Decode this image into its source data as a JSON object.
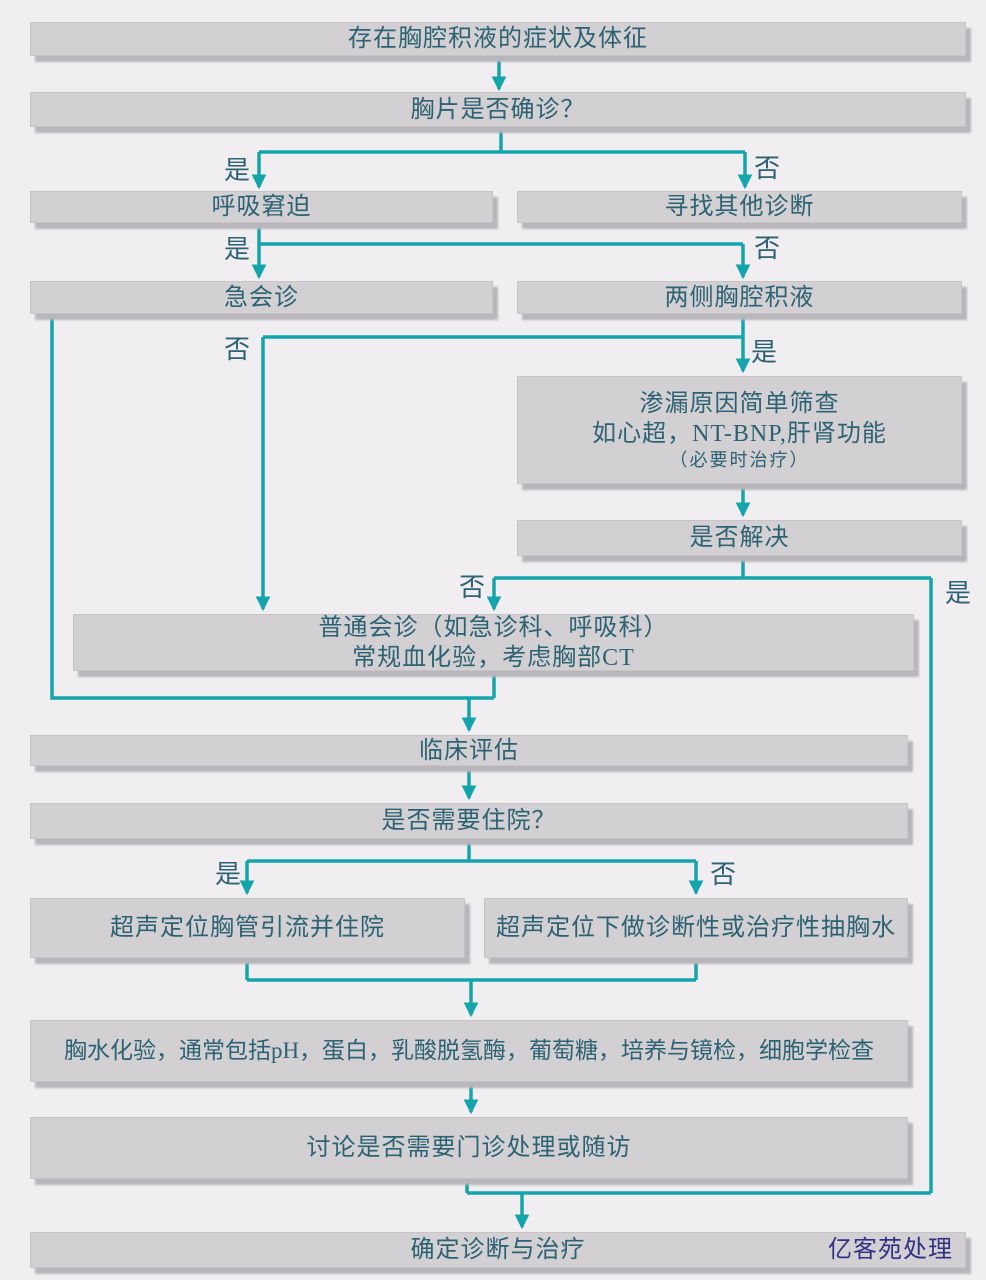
{
  "palette": {
    "bg": "#f0eef1",
    "box-fill": "#d2d0d3",
    "box-border": "#c6c4c8",
    "box-shadow": "#b9b6bb",
    "box-text": "#2d6272",
    "line": "#14a4ac",
    "watermark": "#333182"
  },
  "labels": {
    "yes": "是",
    "no": "否"
  },
  "nodes": {
    "start": "存在胸腔积液的症状及体征",
    "cxr_confirm": "胸片是否确诊？",
    "respiratory_distress": "呼吸窘迫",
    "seek_other_diagnosis": "寻找其他诊断",
    "urgent_consult": "急会诊",
    "bilateral_effusion": "两侧胸腔积液",
    "transudate_line1": "渗漏原因简单筛查",
    "transudate_line2": "如心超，NT-BNP,肝肾功能",
    "transudate_line3": "（必要时治疗）",
    "resolved": "是否解决",
    "general_consult_line1": "普通会诊（如急诊科、呼吸科）",
    "general_consult_line2": "常规血化验，考虑胸部CT",
    "clinical_eval": "临床评估",
    "admit_question": "是否需要住院？",
    "chest_tube_admit": "超声定位胸管引流并住院",
    "thoracentesis": "超声定位下做诊断性或治疗性抽胸水",
    "fluid_tests": "胸水化验，通常包括pH，蛋白，乳酸脱氢酶，葡萄糖，培养与镜检，细胞学检查",
    "outpatient_followup": "讨论是否需要门诊处理或随访",
    "final_diagnosis": "确定诊断与治疗",
    "watermark": "亿客苑处理"
  }
}
